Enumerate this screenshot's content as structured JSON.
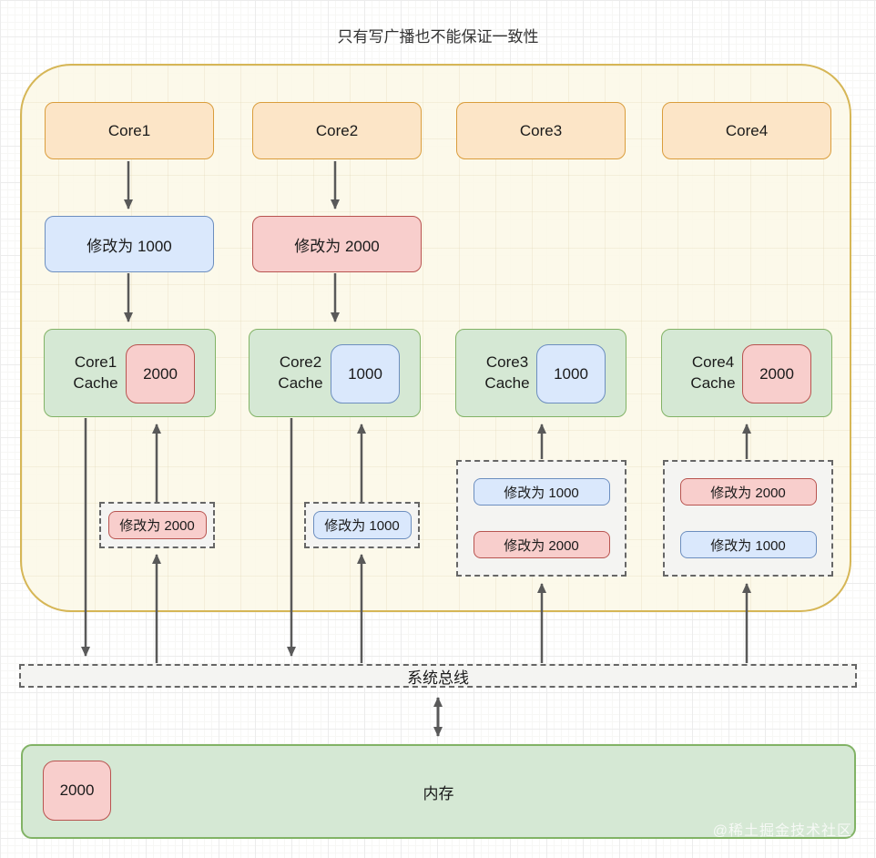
{
  "title": "只有写广播也不能保证一致性",
  "colors": {
    "core_fill": "#FCE5C7",
    "core_border": "#DA9D3C",
    "blue_fill": "#DAE8FC",
    "blue_border": "#6C8EBF",
    "red_fill": "#F8CECC",
    "red_border": "#B85450",
    "green_fill": "#D5E8D4",
    "green_border": "#82B366",
    "container_fill": "#FCF9E8",
    "container_border": "#D6B656",
    "dashed_fill": "#F4F4F2",
    "dashed_border": "#666666",
    "arrow": "#595959"
  },
  "cores": [
    {
      "label": "Core1"
    },
    {
      "label": "Core2"
    },
    {
      "label": "Core3"
    },
    {
      "label": "Core4"
    }
  ],
  "modify_ops": [
    {
      "label": "修改为 1000",
      "type": "blue",
      "core": "Core1"
    },
    {
      "label": "修改为 2000",
      "type": "red",
      "core": "Core2"
    }
  ],
  "caches": [
    {
      "label": "Core1 Cache",
      "value": "2000",
      "value_type": "red"
    },
    {
      "label": "Core2 Cache",
      "value": "1000",
      "value_type": "blue"
    },
    {
      "label": "Core3 Cache",
      "value": "1000",
      "value_type": "blue"
    },
    {
      "label": "Core4 Cache",
      "value": "2000",
      "value_type": "red"
    }
  ],
  "broadcasts": [
    {
      "core": "Core1",
      "messages": [
        {
          "label": "修改为 2000",
          "type": "red"
        }
      ]
    },
    {
      "core": "Core2",
      "messages": [
        {
          "label": "修改为 1000",
          "type": "blue"
        }
      ]
    },
    {
      "core": "Core3",
      "messages": [
        {
          "label": "修改为 1000",
          "type": "blue"
        },
        {
          "label": "修改为 2000",
          "type": "red"
        }
      ]
    },
    {
      "core": "Core4",
      "messages": [
        {
          "label": "修改为 2000",
          "type": "red"
        },
        {
          "label": "修改为 1000",
          "type": "blue"
        }
      ]
    }
  ],
  "bus": {
    "label": "系统总线"
  },
  "memory": {
    "label": "内存",
    "value": "2000",
    "value_type": "red"
  },
  "watermark": "@稀土掘金技术社区"
}
